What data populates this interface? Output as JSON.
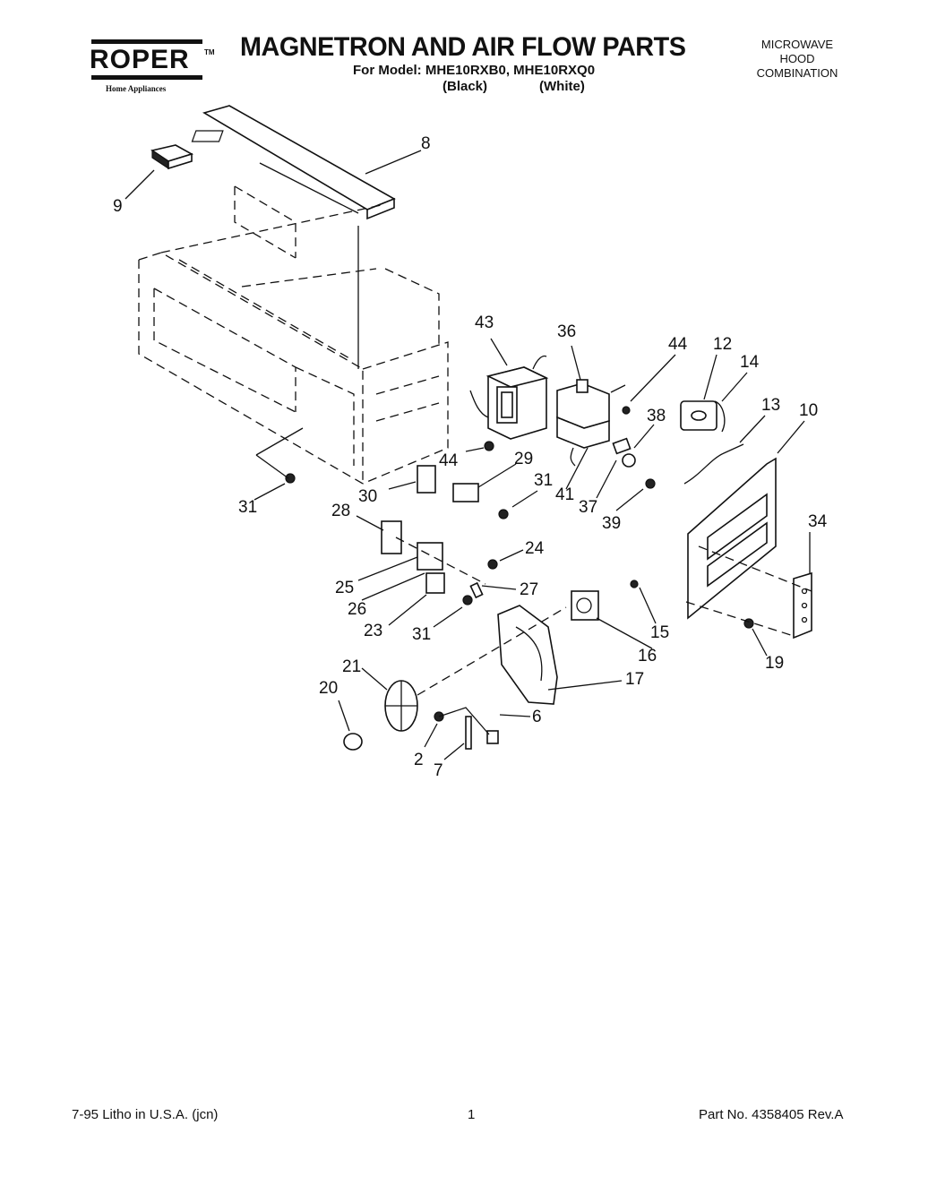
{
  "header": {
    "logo_text": "ROPER",
    "logo_tm": "TM",
    "logo_sub": "Home Appliances",
    "title": "MAGNETRON AND AIR FLOW PARTS",
    "model_line": "For Model: MHE10RXB0, MHE10RXQ0",
    "color_1": "(Black)",
    "color_2": "(White)",
    "product_lines": [
      "MICROWAVE",
      "HOOD",
      "COMBINATION"
    ]
  },
  "callouts": [
    "8",
    "9",
    "43",
    "36",
    "44",
    "12",
    "14",
    "13",
    "10",
    "38",
    "44",
    "29",
    "31",
    "30",
    "31",
    "41",
    "37",
    "39",
    "28",
    "24",
    "34",
    "25",
    "27",
    "26",
    "23",
    "31",
    "15",
    "16",
    "19",
    "21",
    "17",
    "20",
    "6",
    "2",
    "7"
  ],
  "footer": {
    "left": "7-95  Litho in U.S.A. (jcn)",
    "center": "1",
    "right": "Part No. 4358405 Rev.A"
  }
}
